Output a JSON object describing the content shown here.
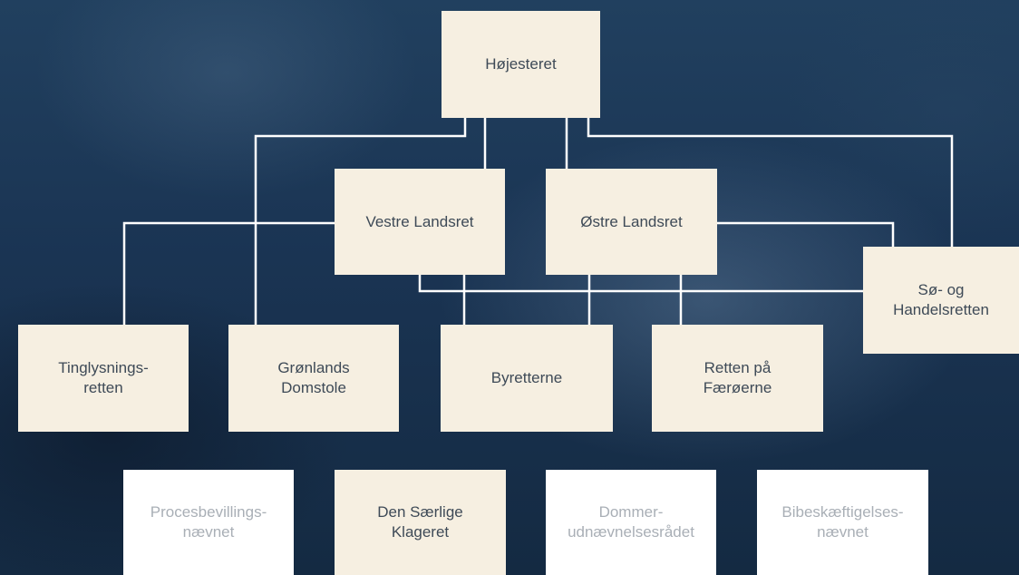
{
  "colors": {
    "box_primary": "#f6efe1",
    "box_secondary": "#ffffff",
    "connector": "#ffffff",
    "text": "#3e4a57",
    "text_muted": "#a9afb6"
  },
  "nodes": {
    "hojesteret": "Højesteret",
    "vestre_landsret": "Vestre Landsret",
    "ostre_landsret": "Østre Landsret",
    "so_handelsretten": "Sø- og\nHandelsretten",
    "tinglysningsretten": "Tinglysnings-\nretten",
    "gronlands_domstole": "Grønlands\nDomstole",
    "byretterne": "Byretterne",
    "retten_faeroerne": "Retten på\nFærøerne"
  },
  "bottom_row": {
    "procesbevillingsnaevnet": "Procesbevillings-\nnævnet",
    "saerlige_klageret": "Den Særlige\nKlageret",
    "dommerudnaevnelsesraadet": "Dommer-\nudnævnelsesrådet",
    "bibeskaeftigelsesnaevnet": "Bibeskæftigelses-\nnævnet"
  }
}
